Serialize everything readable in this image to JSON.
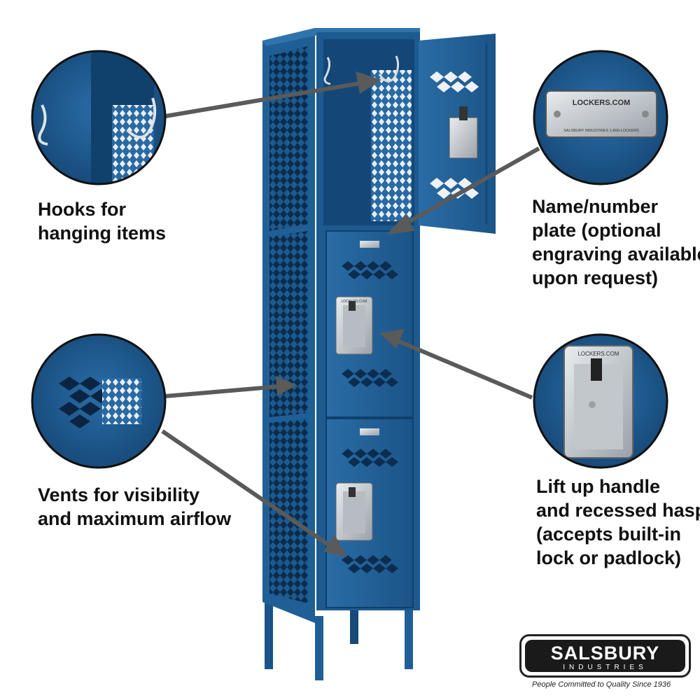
{
  "captions": {
    "hooks": [
      "Hooks for",
      "hanging items"
    ],
    "nameplate": [
      "Name/number",
      "plate (optional",
      "engraving available",
      "upon request)"
    ],
    "vents": [
      "Vents for visibility",
      "and maximum airflow"
    ],
    "handle": [
      "Lift up handle",
      "and recessed hasp",
      "(accepts built-in",
      "lock or padlock)"
    ]
  },
  "plate": {
    "top": "LOCKERS.COM",
    "bottom": "SALSBURY INDUSTRIES   1-800-LOCKERS"
  },
  "handle_plate": "LOCKERS.COM",
  "door_plate": "LOCKERS.COM",
  "logo": {
    "name": "SALSBURY",
    "sub": "INDUSTRIES",
    "tagline": "People Committed to Quality Since 1936"
  },
  "colors": {
    "locker_blue": "#1f5f96",
    "locker_dark": "#0f3f6a",
    "steel": "#c9ccd0"
  }
}
